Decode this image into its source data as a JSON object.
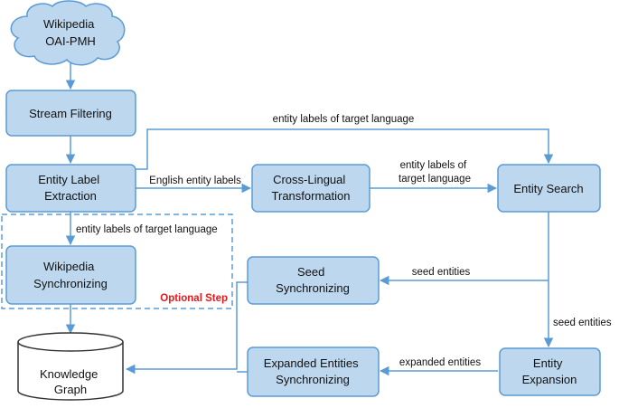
{
  "nodes": {
    "source": [
      "Wikipedia",
      "OAI-PMH"
    ],
    "stream_filtering": [
      "Stream Filtering"
    ],
    "entity_label_extraction": [
      "Entity Label",
      "Extraction"
    ],
    "cross_lingual": [
      "Cross-Lingual",
      "Transformation"
    ],
    "entity_search": [
      "Entity Search"
    ],
    "wikipedia_sync": [
      "Wikipedia",
      "Synchronizing"
    ],
    "seed_sync": [
      "Seed",
      "Synchronizing"
    ],
    "knowledge_graph": [
      "Knowledge",
      "Graph"
    ],
    "expanded_sync": [
      "Expanded Entities",
      "Synchronizing"
    ],
    "entity_expansion": [
      "Entity",
      "Expansion"
    ]
  },
  "edges": {
    "labels_target_top": "entity labels of target language",
    "english_labels": "English entity labels",
    "labels_target_mid": [
      "entity labels of",
      "target language"
    ],
    "labels_target_left": "entity labels of target language",
    "seed_entities_left": "seed entities",
    "seed_entities_down": "seed entities",
    "expanded_entities": "expanded entities"
  },
  "optional_step": "Optional Step",
  "colors": {
    "box_fill": "#bdd7ee",
    "box_stroke": "#5b9bd5",
    "optional_text": "#e8161b"
  }
}
